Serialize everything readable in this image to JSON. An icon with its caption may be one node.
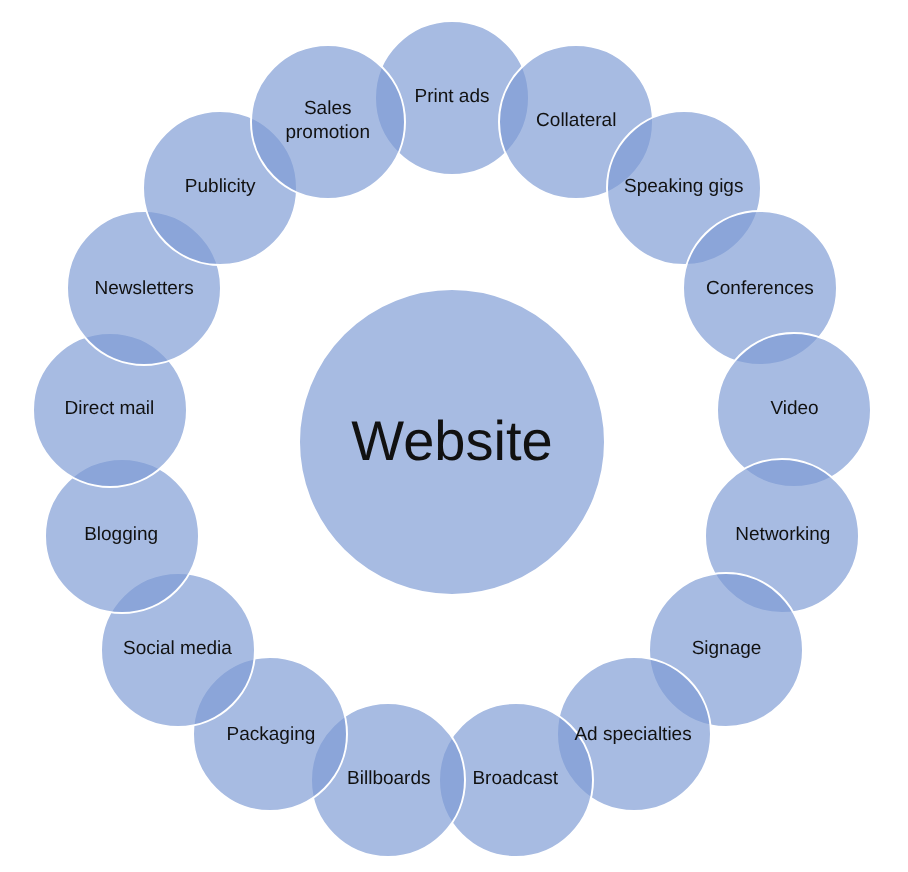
{
  "diagram": {
    "nodes": [
      {
        "text": [
          "Website"
        ]
      },
      {
        "text": [
          "Print ads"
        ]
      },
      {
        "text": [
          "Collateral"
        ]
      },
      {
        "text": [
          "Speaking gigs"
        ]
      },
      {
        "text": [
          "Conferences"
        ]
      },
      {
        "text": [
          "Video"
        ]
      },
      {
        "text": [
          "Networking"
        ]
      },
      {
        "text": [
          "Signage"
        ]
      },
      {
        "text": [
          "Ad specialties"
        ]
      },
      {
        "text": [
          "Broadcast"
        ]
      },
      {
        "text": [
          "Billboards"
        ]
      },
      {
        "text": [
          "Packaging"
        ]
      },
      {
        "text": [
          "Social media"
        ]
      },
      {
        "text": [
          "Blogging"
        ]
      },
      {
        "text": [
          "Direct mail"
        ]
      },
      {
        "text": [
          "Newsletters"
        ]
      },
      {
        "text": [
          "Publicity"
        ]
      },
      {
        "text": [
          "Sales promotion"
        ]
      }
    ]
  }
}
